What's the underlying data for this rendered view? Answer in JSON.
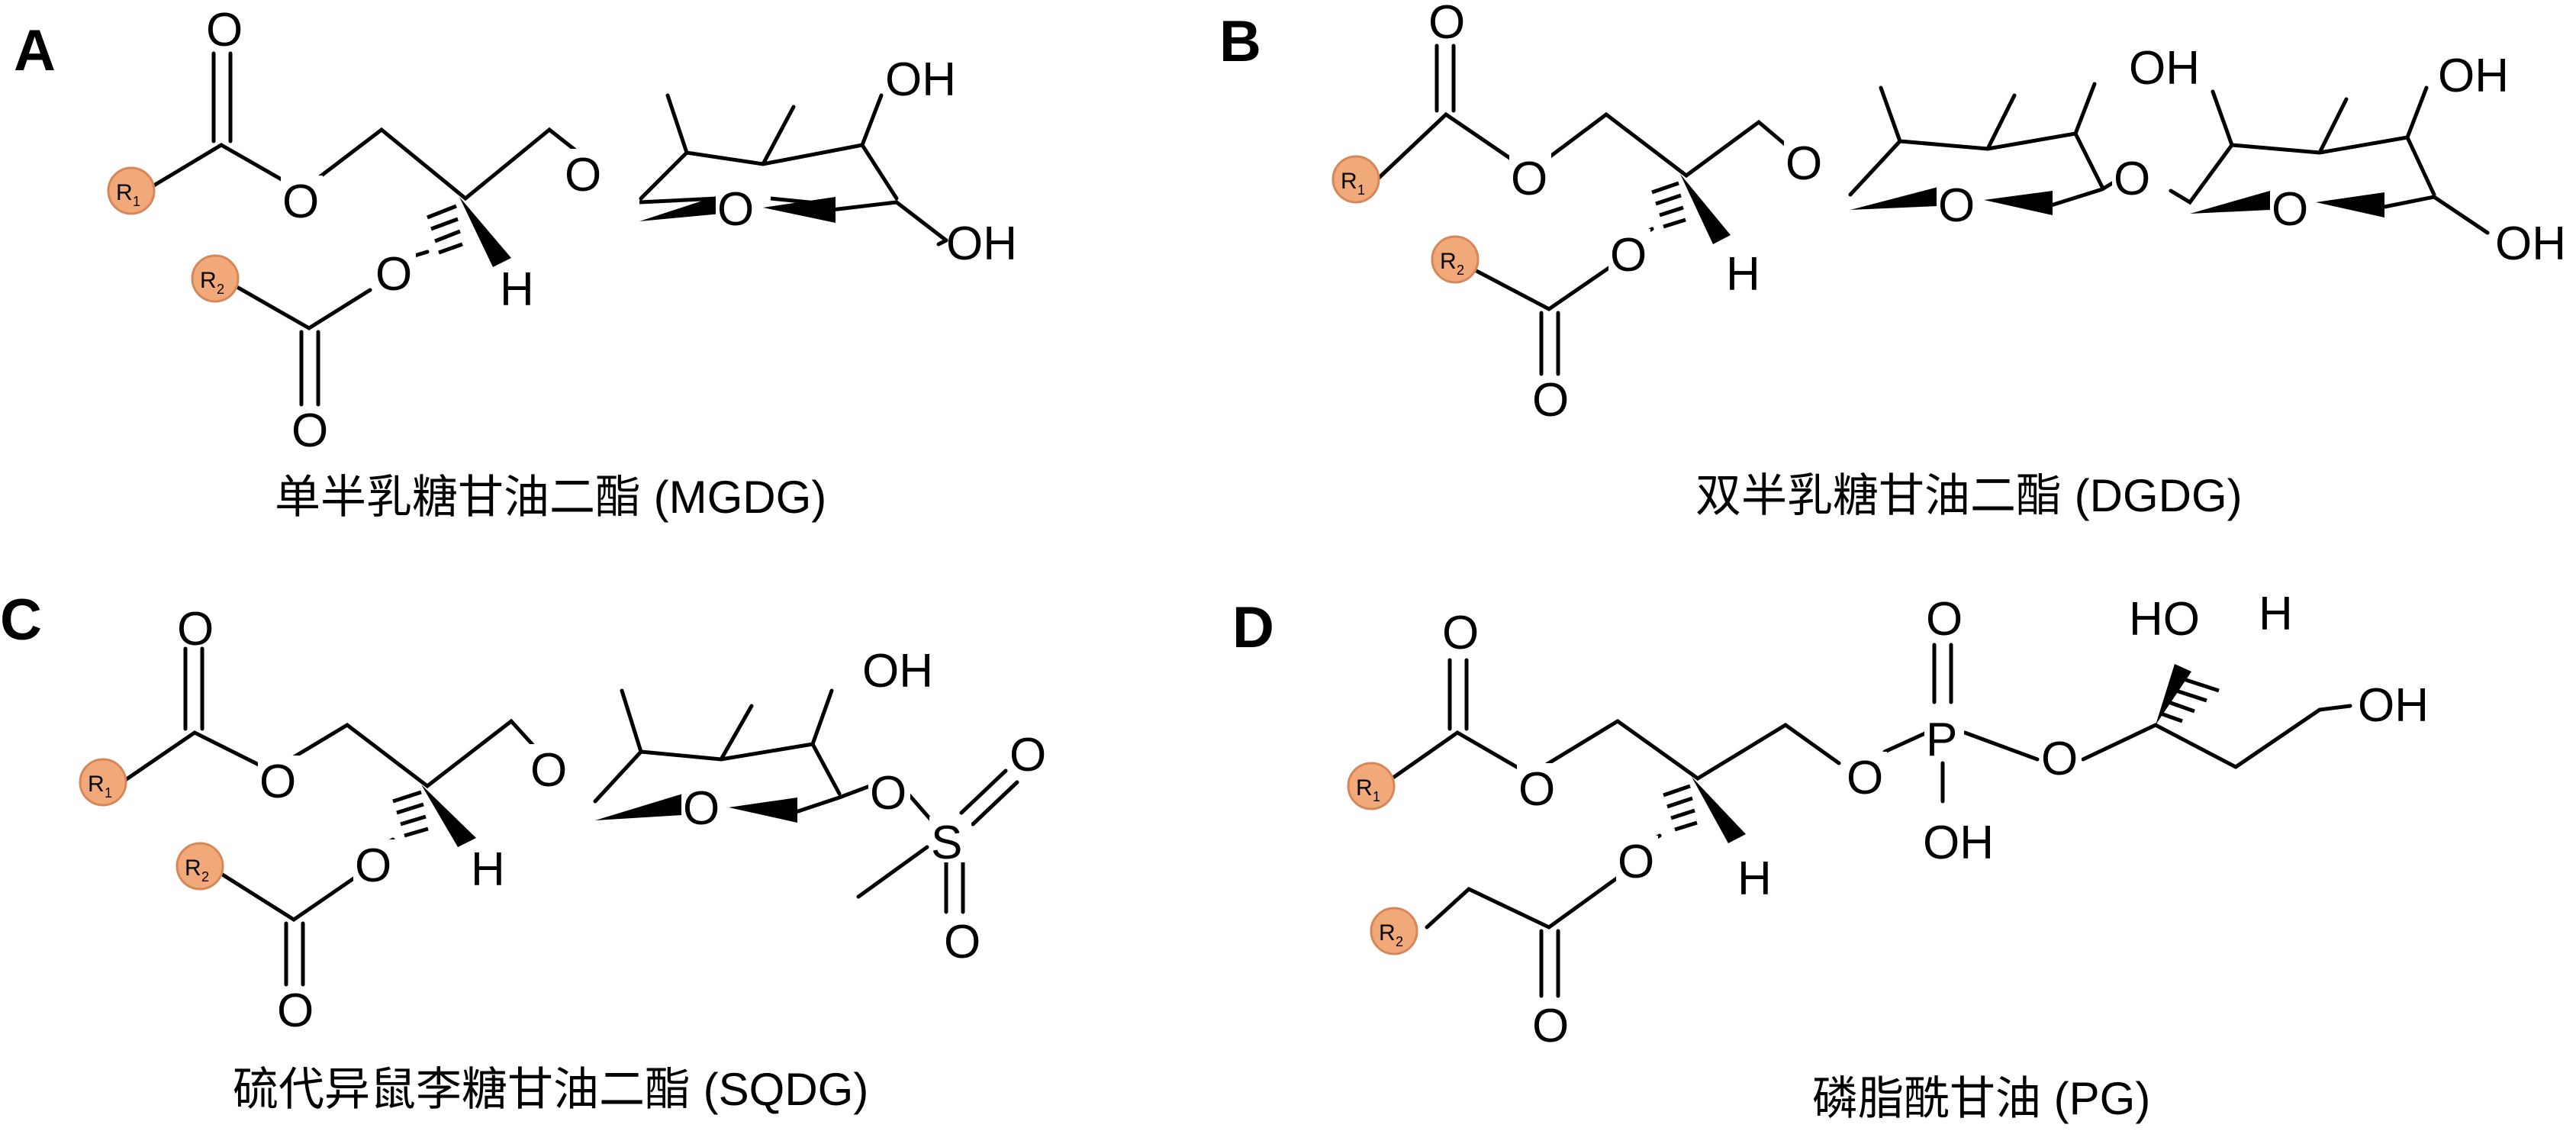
{
  "colors": {
    "r_group_fill": "#f2a97a",
    "r_group_stroke": "#d6875a",
    "line": "#000000"
  },
  "panels": {
    "A": {
      "letter": "A",
      "caption": "单半乳糖甘油二酯 (MGDG)"
    },
    "B": {
      "letter": "B",
      "caption": "双半乳糖甘油二酯 (DGDG)"
    },
    "C": {
      "letter": "C",
      "caption": "硫代异鼠李糖甘油二酯 (SQDG)"
    },
    "D": {
      "letter": "D",
      "caption": "磷脂酰甘油 (PG)"
    }
  },
  "atoms": {
    "O": "O",
    "OH": "OH",
    "HO": "HO",
    "H": "H",
    "S": "S",
    "P": "P"
  },
  "r_groups": {
    "r1": "R",
    "r1_sub": "1",
    "r2": "R",
    "r2_sub": "2"
  }
}
